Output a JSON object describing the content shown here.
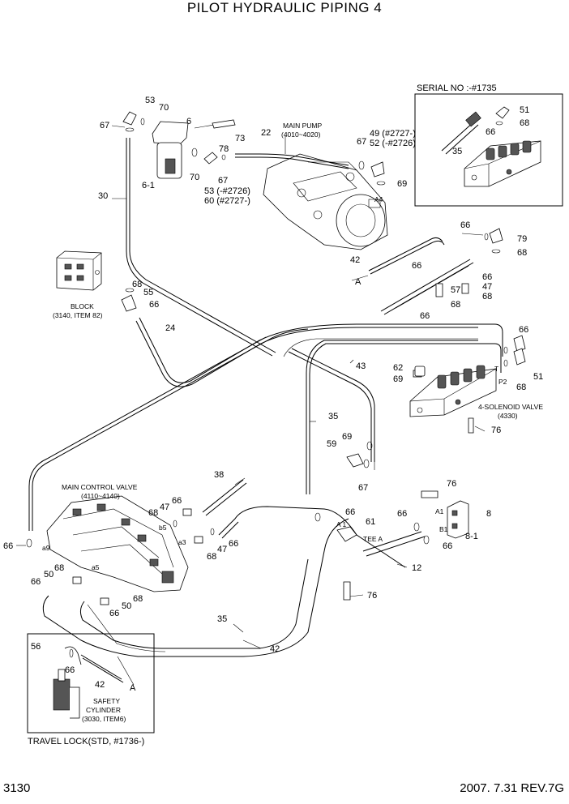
{
  "title": "PILOT HYDRAULIC PIPING 4",
  "footer": {
    "page": "3130",
    "date_rev": "2007. 7.31  REV.7G"
  },
  "boxes": {
    "serial": "SERIAL NO :-#1735",
    "travel_lock": "TRAVEL LOCK(STD, #1736-)"
  },
  "components": {
    "main_pump": [
      "MAIN PUMP",
      "(4010~4020)"
    ],
    "block": [
      "BLOCK",
      "(3140, ITEM 82)"
    ],
    "main_control_valve": [
      "MAIN CONTROL VALVE",
      "(4110~4140)"
    ],
    "solenoid_valve": [
      "4-SOLENOID VALVE",
      "(4330)"
    ],
    "tee": "TEE A",
    "safety_cylinder": [
      "SAFETY",
      "CYLINDER",
      "(3030, ITEM6)"
    ]
  },
  "callouts": [
    {
      "id": "c1",
      "text": "53"
    },
    {
      "id": "c2",
      "text": "70"
    },
    {
      "id": "c3",
      "text": "67"
    },
    {
      "id": "c4",
      "text": "6"
    },
    {
      "id": "c5",
      "text": "73"
    },
    {
      "id": "c6",
      "text": "78"
    },
    {
      "id": "c7",
      "text": "70"
    },
    {
      "id": "c8",
      "text": "67"
    },
    {
      "id": "c9",
      "text": "53 (-#2726)"
    },
    {
      "id": "c10",
      "text": "60 (#2727-)"
    },
    {
      "id": "c11",
      "text": "6-1"
    },
    {
      "id": "c12",
      "text": "22"
    },
    {
      "id": "c13",
      "text": "49 (#2727-)"
    },
    {
      "id": "c14",
      "text": "52 (-#2726)"
    },
    {
      "id": "c15",
      "text": "67"
    },
    {
      "id": "c16",
      "text": "69"
    },
    {
      "id": "c17",
      "text": "30"
    },
    {
      "id": "c18",
      "text": "51"
    },
    {
      "id": "c19",
      "text": "66"
    },
    {
      "id": "c20",
      "text": "68"
    },
    {
      "id": "c21",
      "text": "35"
    },
    {
      "id": "c22",
      "text": "66"
    },
    {
      "id": "c23",
      "text": "79"
    },
    {
      "id": "c24",
      "text": "68"
    },
    {
      "id": "c25",
      "text": "42"
    },
    {
      "id": "c26",
      "text": "A"
    },
    {
      "id": "c27",
      "text": "66"
    },
    {
      "id": "c28",
      "text": "66"
    },
    {
      "id": "c29",
      "text": "47"
    },
    {
      "id": "c30",
      "text": "57"
    },
    {
      "id": "c31",
      "text": "68"
    },
    {
      "id": "c32",
      "text": "68"
    },
    {
      "id": "c33",
      "text": "66"
    },
    {
      "id": "c34",
      "text": "68"
    },
    {
      "id": "c35",
      "text": "55"
    },
    {
      "id": "c36",
      "text": "66"
    },
    {
      "id": "c37",
      "text": "24"
    },
    {
      "id": "c38",
      "text": "66"
    },
    {
      "id": "c39",
      "text": "43"
    },
    {
      "id": "c40",
      "text": "62"
    },
    {
      "id": "c41",
      "text": "69"
    },
    {
      "id": "c42",
      "text": "68"
    },
    {
      "id": "c43",
      "text": "51"
    },
    {
      "id": "c44",
      "text": "35"
    },
    {
      "id": "c45",
      "text": "76"
    },
    {
      "id": "c46",
      "text": "69"
    },
    {
      "id": "c47",
      "text": "59"
    },
    {
      "id": "c48",
      "text": "67"
    },
    {
      "id": "c49",
      "text": "38"
    },
    {
      "id": "c50",
      "text": "66"
    },
    {
      "id": "c51",
      "text": "47"
    },
    {
      "id": "c52",
      "text": "68"
    },
    {
      "id": "c53",
      "text": "66"
    },
    {
      "id": "c54",
      "text": "68"
    },
    {
      "id": "c55",
      "text": "47"
    },
    {
      "id": "c56",
      "text": "66"
    },
    {
      "id": "c57",
      "text": "68"
    },
    {
      "id": "c58",
      "text": "50"
    },
    {
      "id": "c59",
      "text": "66"
    },
    {
      "id": "c60",
      "text": "50"
    },
    {
      "id": "c61",
      "text": "68"
    },
    {
      "id": "c62",
      "text": "66"
    },
    {
      "id": "c63",
      "text": "66"
    },
    {
      "id": "c64",
      "text": "61"
    },
    {
      "id": "c65",
      "text": "76"
    },
    {
      "id": "c66",
      "text": "8"
    },
    {
      "id": "c67",
      "text": "66"
    },
    {
      "id": "c68",
      "text": "8-1"
    },
    {
      "id": "c69",
      "text": "66"
    },
    {
      "id": "c70",
      "text": "12"
    },
    {
      "id": "c71",
      "text": "76"
    },
    {
      "id": "c72",
      "text": "35"
    },
    {
      "id": "c73",
      "text": "42"
    },
    {
      "id": "c74",
      "text": "56"
    },
    {
      "id": "c75",
      "text": "66"
    },
    {
      "id": "c76",
      "text": "42"
    },
    {
      "id": "c77",
      "text": "A"
    }
  ],
  "port_labels": [
    {
      "id": "p1",
      "text": "A4"
    },
    {
      "id": "p2",
      "text": "T"
    },
    {
      "id": "p3",
      "text": "P2"
    },
    {
      "id": "p4",
      "text": "a9"
    },
    {
      "id": "p5",
      "text": "b5"
    },
    {
      "id": "p6",
      "text": "a3"
    },
    {
      "id": "p7",
      "text": "a5"
    },
    {
      "id": "p8",
      "text": "A1"
    },
    {
      "id": "p9",
      "text": "B1"
    },
    {
      "id": "p10",
      "text": "A 1"
    }
  ]
}
